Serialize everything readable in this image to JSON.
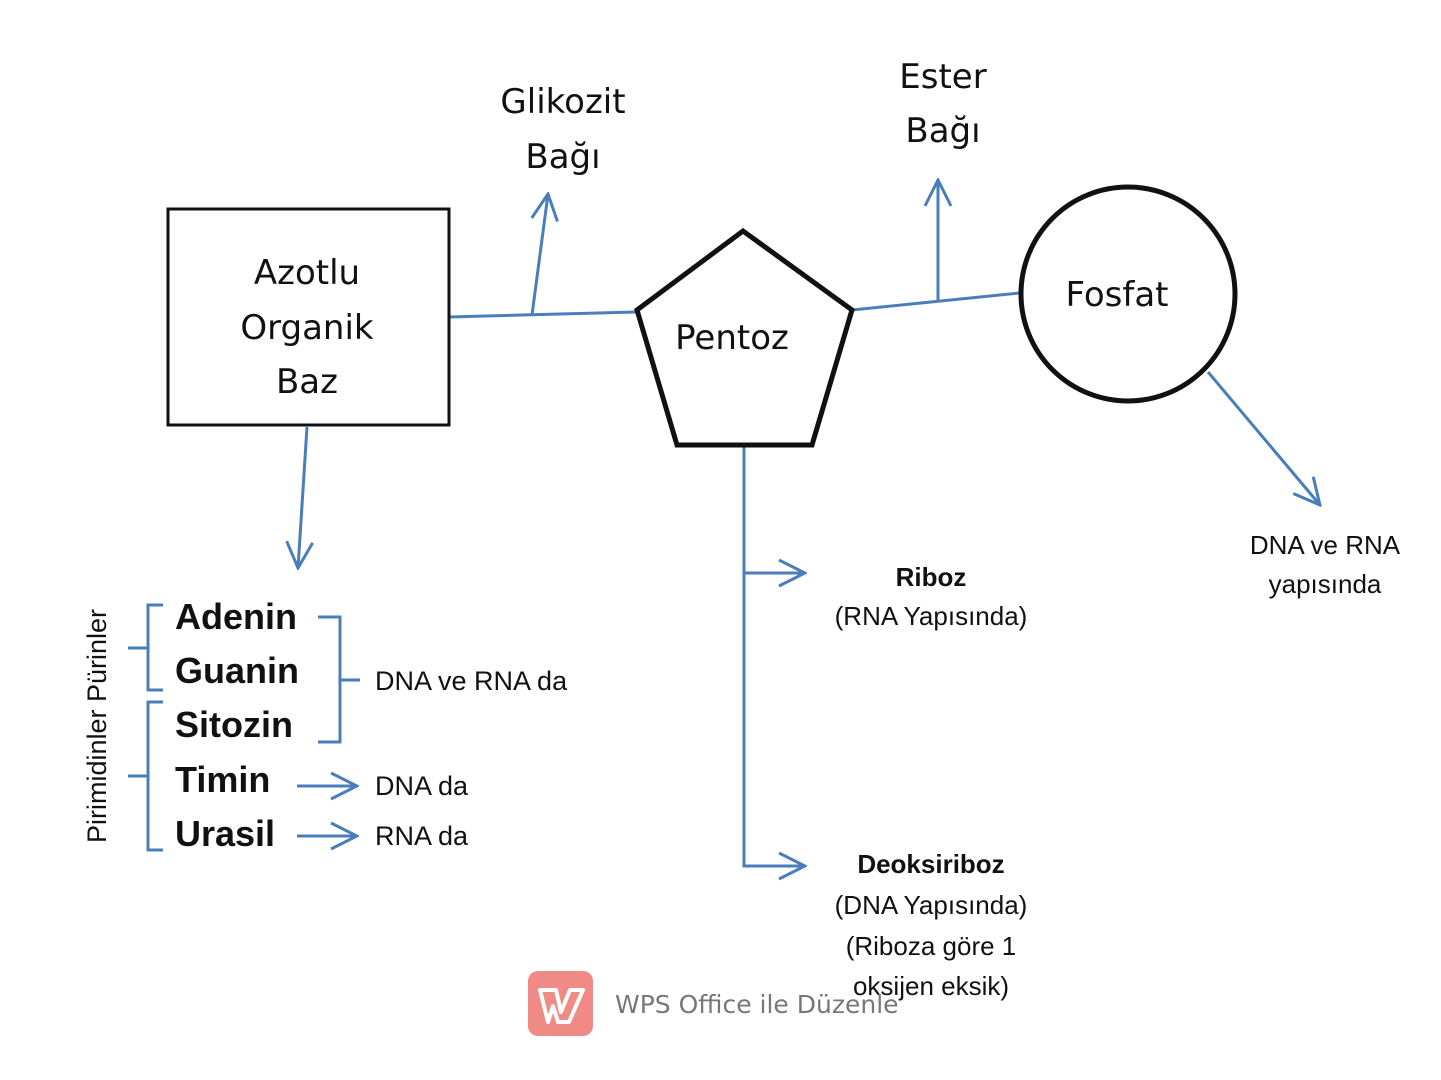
{
  "colors": {
    "connector": "#4a7ebb",
    "shape_outline": "#000000",
    "watermark_logo": "#f08a84"
  },
  "nodes": {
    "base": {
      "lines": [
        "Azotlu",
        "Organik",
        "Baz"
      ],
      "shape": "rectangle"
    },
    "pentose": {
      "label": "Pentoz",
      "shape": "pentagon"
    },
    "phosphate": {
      "label": "Fosfat",
      "shape": "circle"
    }
  },
  "bonds": {
    "glycosidic": {
      "lines": [
        "Glikozit",
        "Bağı"
      ]
    },
    "ester": {
      "lines": [
        "Ester",
        "Bağı"
      ]
    }
  },
  "phosphate_note": {
    "lines": [
      "DNA ve RNA",
      "yapısında"
    ]
  },
  "sugars": {
    "ribose": {
      "title": "Riboz",
      "lines": [
        "(RNA Yapısında)"
      ]
    },
    "deoxyribose": {
      "title": "Deoksiriboz",
      "lines": [
        "(DNA Yapısında)",
        "(Riboza göre 1",
        "oksijen eksik)"
      ]
    }
  },
  "bases": {
    "group_label": "Pirimidinler  Pürinler",
    "items": [
      "Adenin",
      "Guanin",
      "Sitozin",
      "Timin",
      "Urasil"
    ],
    "shared_note": "DNA ve RNA da",
    "timin_note": "DNA da",
    "urasil_note": "RNA da"
  },
  "watermark": {
    "text": "WPS Office ile Düzenle"
  }
}
